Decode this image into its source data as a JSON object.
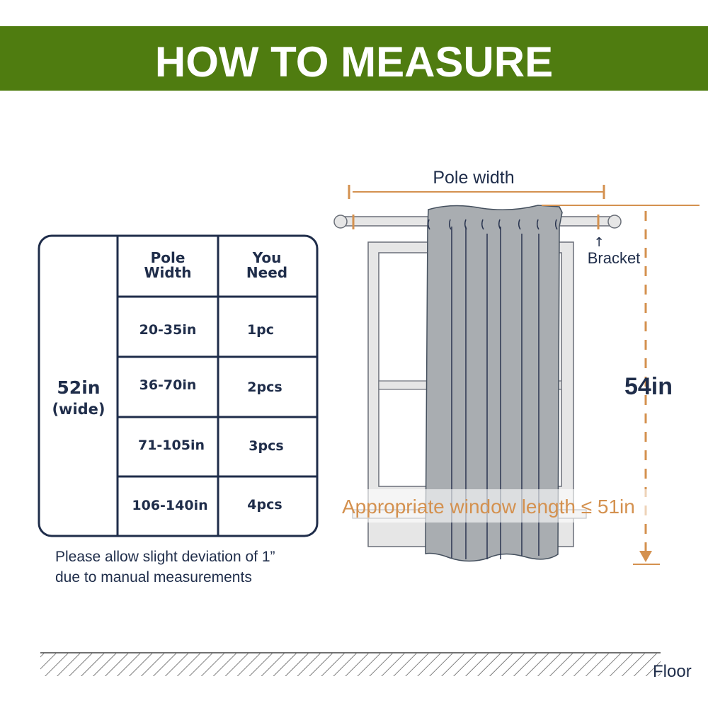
{
  "banner": {
    "title": "HOW TO MEASURE",
    "color": "#4f7c10"
  },
  "table": {
    "panel_width": "52in",
    "panel_width_note": "(wide)",
    "headers": [
      [
        "Pole",
        "Width"
      ],
      [
        "You",
        "Need"
      ]
    ],
    "rows": [
      {
        "pole_width": "20-35in",
        "you_need": "1pc"
      },
      {
        "pole_width": "36-70in",
        "you_need": "2pcs"
      },
      {
        "pole_width": "71-105in",
        "you_need": "3pcs"
      },
      {
        "pole_width": "106-140in",
        "you_need": "4pcs"
      }
    ]
  },
  "note": {
    "line1": "Please allow slight deviation of 1”",
    "line2": "due to manual measurements"
  },
  "diagram": {
    "pole_width_label": "Pole width",
    "bracket_label": "Bracket",
    "arrow_up": "↑",
    "length_label": "54in",
    "window_length_label": "Appropriate window length ≤ 51in",
    "floor_label": "Floor",
    "accent_color": "#d4914f"
  }
}
